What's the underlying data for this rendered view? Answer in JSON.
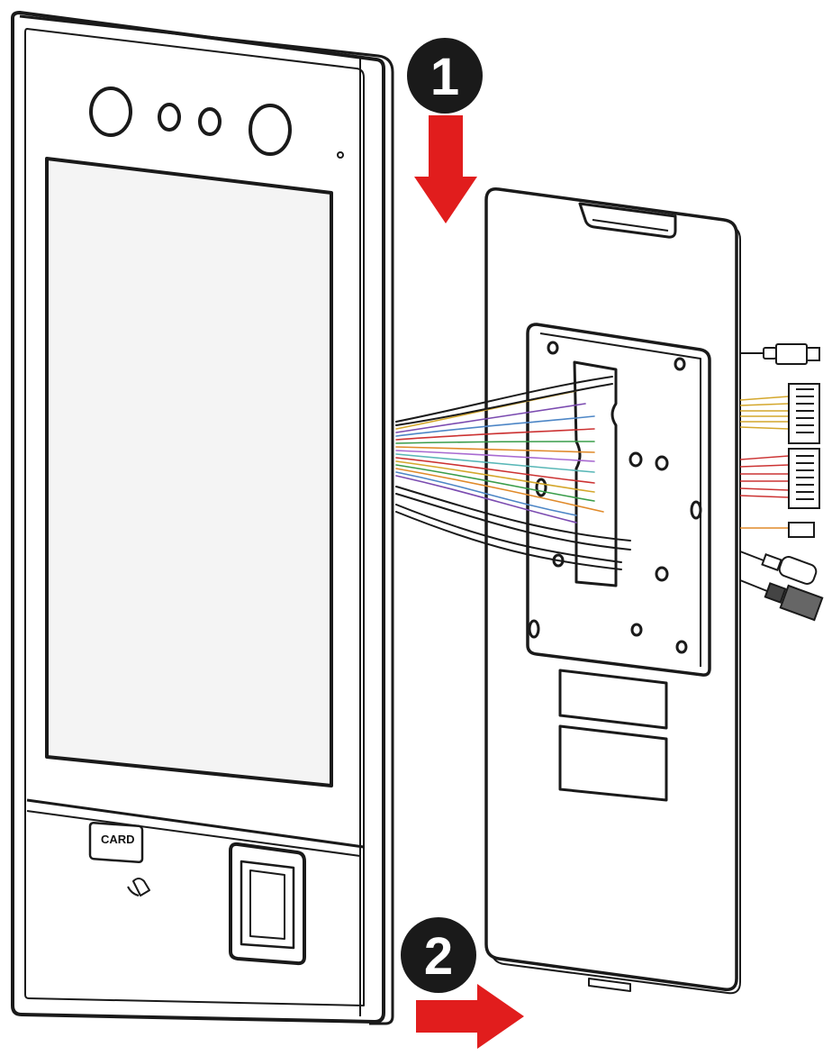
{
  "steps": [
    {
      "number": "1",
      "direction": "down"
    },
    {
      "number": "2",
      "direction": "right"
    }
  ],
  "device": {
    "card_reader_label": "CARD",
    "icons": [
      "camera-lens-icon",
      "ir-sensor-icon",
      "fingerprint-sensor-icon",
      "card-tap-icon"
    ]
  },
  "connectors": [
    "usb-connector",
    "terminal-block-10pin",
    "terminal-block-10pin",
    "terminal-block-2pin",
    "dc-power-jack",
    "rj45-network-jack"
  ],
  "colors": {
    "arrow": "#e11d1d",
    "step_badge": "#1a1a1a",
    "line": "#1a1a1a",
    "screen_fill": "#f4f4f4",
    "wires": [
      "#d4a72c",
      "#7b4bb0",
      "#4d86c6",
      "#cc3333",
      "#3a9d4a",
      "#e08a2a",
      "#a86ad1",
      "#59b7b7"
    ]
  }
}
